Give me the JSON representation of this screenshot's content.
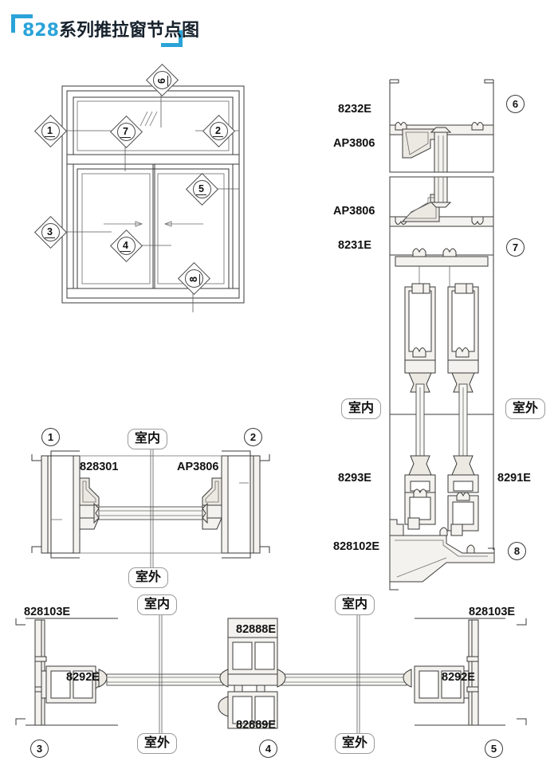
{
  "document": {
    "title_number": "828",
    "title_rest": "系列推拉窗节点图",
    "title_full": "828系列推拉窗节点图"
  },
  "elevation": {
    "name": "sliding-window-elevation",
    "callouts": [
      {
        "id": "1",
        "label": "1",
        "rotated": false
      },
      {
        "id": "2",
        "label": "2",
        "rotated": false
      },
      {
        "id": "3",
        "label": "3",
        "rotated": false
      },
      {
        "id": "4",
        "label": "4",
        "rotated": false
      },
      {
        "id": "5",
        "label": "5",
        "rotated": false
      },
      {
        "id": "6",
        "label": "6",
        "rotated": true
      },
      {
        "id": "7",
        "label": "7",
        "rotated": false
      },
      {
        "id": "8",
        "label": "8",
        "rotated": true
      }
    ]
  },
  "detail_head_jamb": {
    "name": "head-and-transom-detail",
    "codes": [
      "8232E",
      "AP3806",
      "AP3806",
      "8231E"
    ],
    "markers": [
      "6",
      "7"
    ]
  },
  "detail_vertical": {
    "name": "vertical-section-detail",
    "codes": [
      "8293E",
      "8291E",
      "828102E"
    ],
    "markers": [
      "8"
    ],
    "side_labels": {
      "indoor": "室内",
      "outdoor": "室外"
    }
  },
  "detail_transom": {
    "name": "transom-horizontal-detail",
    "codes": [
      "828301",
      "AP3806"
    ],
    "markers": [
      "1",
      "2"
    ],
    "side_labels": {
      "indoor": "室内",
      "outdoor": "室外"
    }
  },
  "detail_sill_plan": {
    "name": "sill-plan-detail",
    "codes": [
      "828103E",
      "8292E",
      "82888E",
      "82889E",
      "8292E",
      "828103E"
    ],
    "markers": [
      "3",
      "4",
      "5"
    ],
    "side_labels": {
      "indoor": "室内",
      "outdoor": "室外"
    }
  },
  "labels": {
    "indoor": "室内",
    "outdoor": "室外",
    "c_8232E": "8232E",
    "c_AP3806_a": "AP3806",
    "c_AP3806_b": "AP3806",
    "c_8231E": "8231E",
    "c_8293E": "8293E",
    "c_8291E": "8291E",
    "c_828102E": "828102E",
    "c_828301": "828301",
    "c_AP3806_c": "AP3806",
    "c_828103E_left": "828103E",
    "c_828103E_right": "828103E",
    "c_8292E_left": "8292E",
    "c_8292E_right": "8292E",
    "c_82888E": "82888E",
    "c_82889E": "82889E",
    "m1": "1",
    "m2": "2",
    "m3": "3",
    "m4": "4",
    "m5": "5",
    "m6": "6",
    "m7": "7",
    "m8": "8",
    "m6b": "6",
    "m7b": "7",
    "m8b": "8"
  },
  "colors": {
    "accent_blue": "#2aa3d8",
    "title_dark": "#16212c",
    "line": "#3a3a3a",
    "fill_aluminium": "#f4f2ee",
    "background": "#ffffff"
  }
}
